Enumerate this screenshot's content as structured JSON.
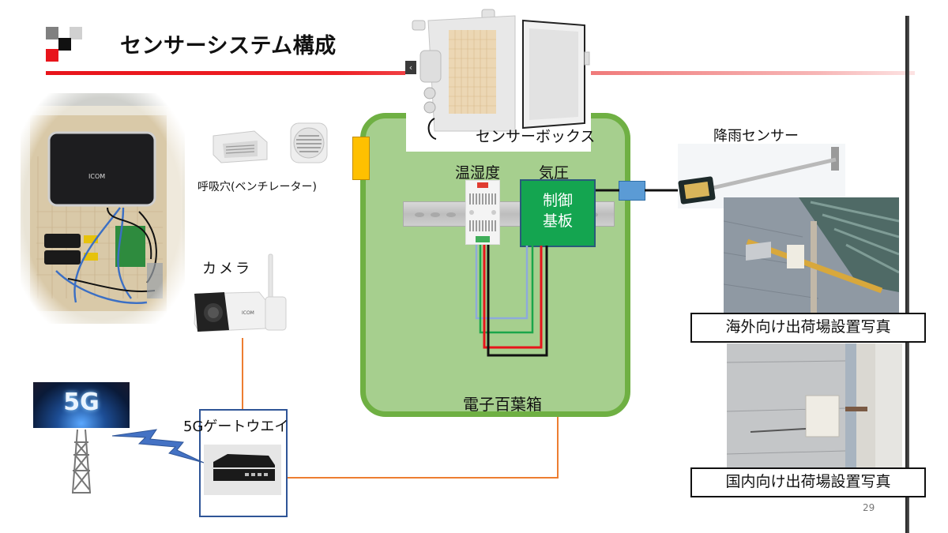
{
  "header": {
    "title": "センサーシステム構成",
    "prev_slide_glyph": "‹"
  },
  "diagram": {
    "sensor_box_label": "センサーボックス",
    "vent_label": "呼吸穴(ベンチレーター)",
    "camera_label": "カメラ",
    "temp_humidity_label": "温湿度",
    "pressure_label": "気圧",
    "control_board_line1": "制御",
    "control_board_line2": "基板",
    "enclosure_label": "電子百葉箱",
    "gateway_label": "5Gゲートウエイ",
    "rain_sensor_label": "降雨センサー",
    "five_g_badge": "5G",
    "overseas_photo_caption": "海外向け出荷場設置写真",
    "domestic_photo_caption": "国内向け出荷場設置写真",
    "wire_colors": {
      "blue": "#8eaadb",
      "green": "#1aa64a",
      "red": "#e8141b",
      "black": "#111111",
      "orange": "#ed7d31"
    },
    "colors": {
      "enclosure_fill": "#a6cf8e",
      "enclosure_border": "#6fb043",
      "control_board": "#14a550",
      "port_orange": "#ffc000",
      "port_blue": "#5b9bd5",
      "accent_red": "#e8141b"
    }
  },
  "footer": {
    "page_number": "29"
  }
}
